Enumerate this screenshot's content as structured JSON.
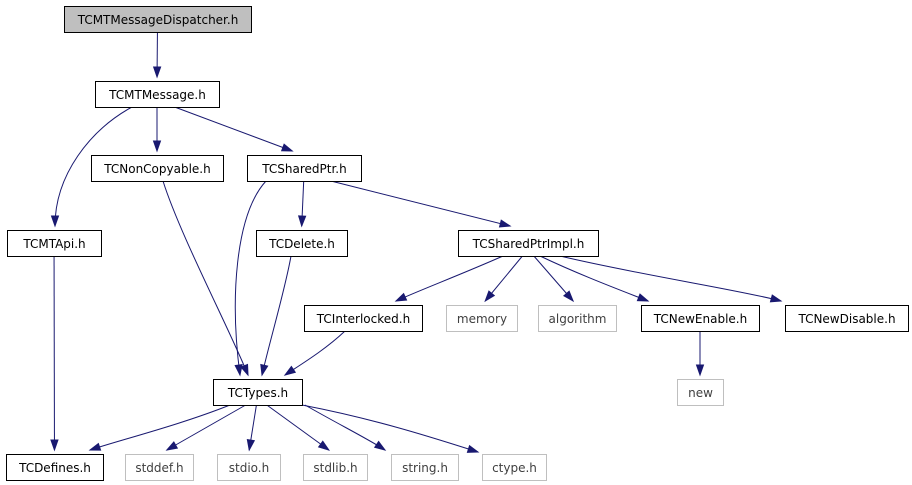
{
  "colors": {
    "root_fill": "#bfbfbf",
    "node_fill": "#ffffff",
    "node_border": "#000000",
    "external_border": "#bfbfbf",
    "edge": "#191970"
  },
  "nodes": [
    {
      "id": "dispatcher",
      "label": "TCMTMessageDispatcher.h",
      "kind": "root"
    },
    {
      "id": "message",
      "label": "TCMTMessage.h",
      "kind": "local"
    },
    {
      "id": "noncopyable",
      "label": "TCNonCopyable.h",
      "kind": "local"
    },
    {
      "id": "sharedptr",
      "label": "TCSharedPtr.h",
      "kind": "local"
    },
    {
      "id": "mtapi",
      "label": "TCMTApi.h",
      "kind": "local"
    },
    {
      "id": "delete",
      "label": "TCDelete.h",
      "kind": "local"
    },
    {
      "id": "sharedptrimpl",
      "label": "TCSharedPtrImpl.h",
      "kind": "local"
    },
    {
      "id": "interlocked",
      "label": "TCInterlocked.h",
      "kind": "local"
    },
    {
      "id": "memory",
      "label": "memory",
      "kind": "external"
    },
    {
      "id": "algorithm",
      "label": "algorithm",
      "kind": "external"
    },
    {
      "id": "newenable",
      "label": "TCNewEnable.h",
      "kind": "local"
    },
    {
      "id": "newdisable",
      "label": "TCNewDisable.h",
      "kind": "local"
    },
    {
      "id": "new",
      "label": "new",
      "kind": "external"
    },
    {
      "id": "types",
      "label": "TCTypes.h",
      "kind": "local"
    },
    {
      "id": "defines",
      "label": "TCDefines.h",
      "kind": "local"
    },
    {
      "id": "stddef",
      "label": "stddef.h",
      "kind": "external"
    },
    {
      "id": "stdio",
      "label": "stdio.h",
      "kind": "external"
    },
    {
      "id": "stdlib",
      "label": "stdlib.h",
      "kind": "external"
    },
    {
      "id": "string",
      "label": "string.h",
      "kind": "external"
    },
    {
      "id": "ctype",
      "label": "ctype.h",
      "kind": "external"
    }
  ],
  "edges": [
    {
      "from": "dispatcher",
      "to": "message"
    },
    {
      "from": "message",
      "to": "mtapi"
    },
    {
      "from": "message",
      "to": "noncopyable"
    },
    {
      "from": "message",
      "to": "sharedptr"
    },
    {
      "from": "mtapi",
      "to": "defines"
    },
    {
      "from": "noncopyable",
      "to": "types"
    },
    {
      "from": "sharedptr",
      "to": "types"
    },
    {
      "from": "sharedptr",
      "to": "delete"
    },
    {
      "from": "sharedptr",
      "to": "sharedptrimpl"
    },
    {
      "from": "delete",
      "to": "types"
    },
    {
      "from": "sharedptrimpl",
      "to": "interlocked"
    },
    {
      "from": "sharedptrimpl",
      "to": "memory"
    },
    {
      "from": "sharedptrimpl",
      "to": "algorithm"
    },
    {
      "from": "sharedptrimpl",
      "to": "newenable"
    },
    {
      "from": "sharedptrimpl",
      "to": "newdisable"
    },
    {
      "from": "interlocked",
      "to": "types"
    },
    {
      "from": "newenable",
      "to": "new"
    },
    {
      "from": "types",
      "to": "defines"
    },
    {
      "from": "types",
      "to": "stddef"
    },
    {
      "from": "types",
      "to": "stdio"
    },
    {
      "from": "types",
      "to": "stdlib"
    },
    {
      "from": "types",
      "to": "string"
    },
    {
      "from": "types",
      "to": "ctype"
    }
  ]
}
